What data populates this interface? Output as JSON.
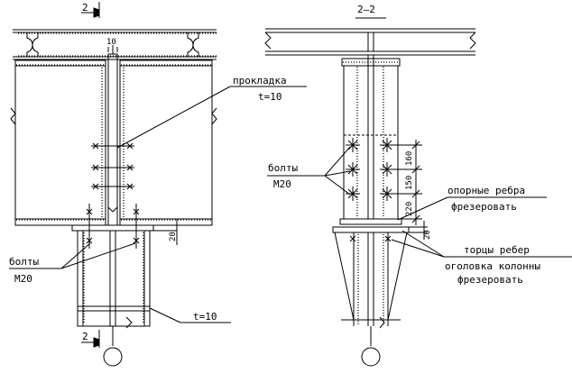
{
  "left_view": {
    "section_mark": "2",
    "dim_top": "10",
    "gasket_label": "прокладка",
    "gasket_thickness": "t=10",
    "bolts_label_1": "болты",
    "bolts_label_2": "М20",
    "dim_20": "20",
    "plate_label": "t=10",
    "section_mark_bottom": "2"
  },
  "right_view": {
    "section_title": "2–2",
    "bolts_label_1": "болты",
    "bolts_label_2": "М20",
    "dim_160": "160",
    "dim_150": "150",
    "dim_220": "220",
    "dim_20": "20",
    "support_ribs_1": "опорные ребра",
    "support_ribs_2": "фрезеровать",
    "rib_ends_1": "торцы ребер",
    "rib_ends_2": "оголовка колонны",
    "rib_ends_3": "фрезеровать"
  }
}
